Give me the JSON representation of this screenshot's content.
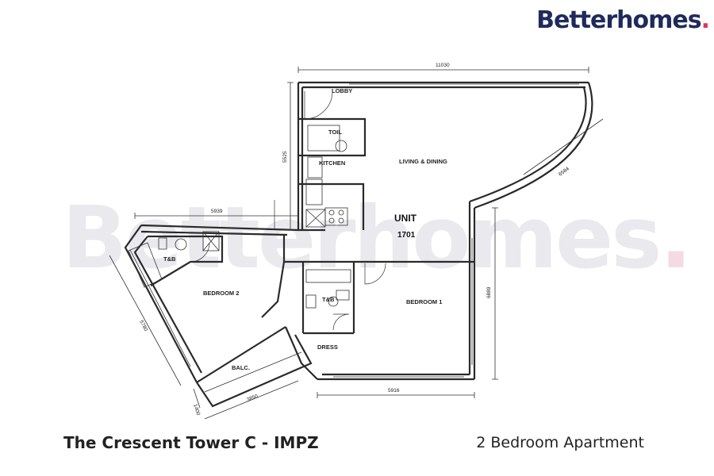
{
  "brand": {
    "logo_text": "Betterhomes",
    "logo_dot": ".",
    "watermark": "Betterhomes"
  },
  "plan": {
    "rooms": {
      "lobby": "LOBBY",
      "toilet": "TOIL",
      "kitchen": "KITCHEN",
      "living_dining": "LIVING & DINING",
      "unit": "UNIT",
      "unit_number": "1701",
      "tb_left": "T&B",
      "tb_right": "T&B",
      "bedroom2": "BEDROOM 2",
      "bedroom1": "BEDROOM 1",
      "dress": "DRESS",
      "balcony": "BALC."
    },
    "dimensions": {
      "top_width": "11030",
      "lobby_height": "5525",
      "curve_radius": "6584",
      "bedroom2_width": "5939",
      "right_height": "6889",
      "bedroom2_side": "5780",
      "bottom_width": "5916",
      "balcony_width": "3850",
      "balcony_depth": "1400"
    }
  },
  "footer": {
    "project": "The Crescent Tower C - IMPZ",
    "type": "2 Bedroom Apartment"
  }
}
